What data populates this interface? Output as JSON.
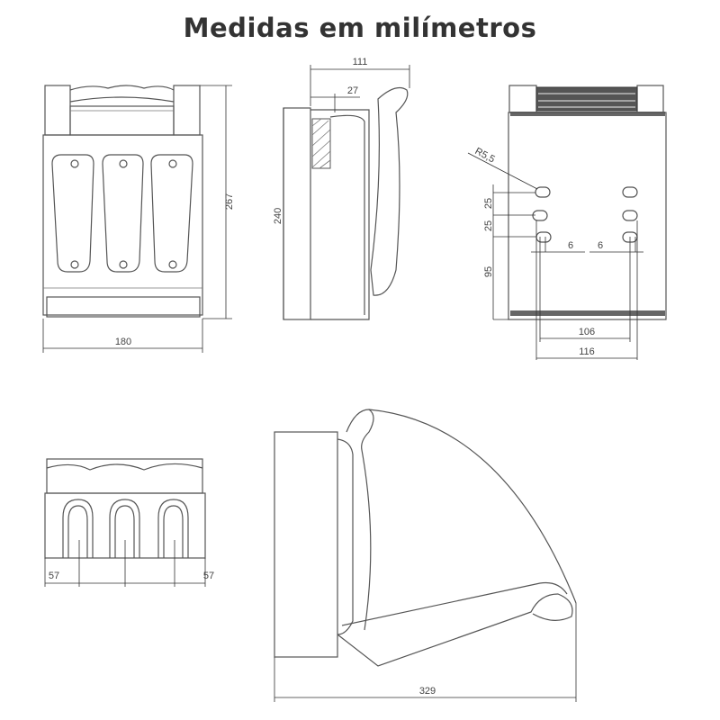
{
  "title": "Medidas em milímetros",
  "front_view": {
    "height": "267",
    "width": "180"
  },
  "side_view": {
    "depth": "111",
    "offset": "27",
    "height": "240"
  },
  "rear_view": {
    "radius": "R5,5",
    "spacing_1": "25",
    "spacing_2": "25",
    "bottom": "95",
    "slot_left": "6",
    "slot_right": "6",
    "inner_width": "106",
    "outer_width": "116"
  },
  "bottom_view": {
    "left": "57",
    "right": "57"
  },
  "open_view": {
    "total_depth": "329"
  }
}
